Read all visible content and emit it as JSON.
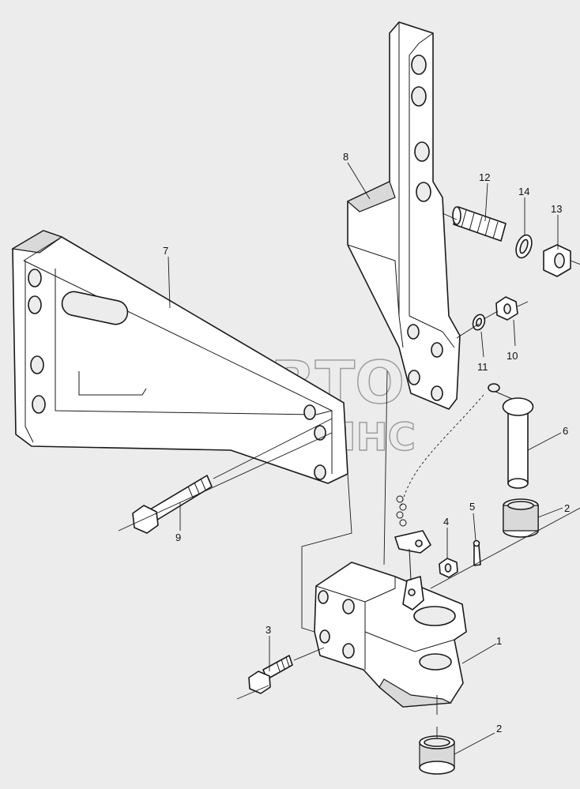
{
  "diagram": {
    "callouts": [
      {
        "id": "callout-1",
        "label": "1"
      },
      {
        "id": "callout-2a",
        "label": "2"
      },
      {
        "id": "callout-2b",
        "label": "2"
      },
      {
        "id": "callout-3",
        "label": "3"
      },
      {
        "id": "callout-4",
        "label": "4"
      },
      {
        "id": "callout-5",
        "label": "5"
      },
      {
        "id": "callout-6",
        "label": "6"
      },
      {
        "id": "callout-7",
        "label": "7"
      },
      {
        "id": "callout-8",
        "label": "8"
      },
      {
        "id": "callout-9",
        "label": "9"
      },
      {
        "id": "callout-10",
        "label": "10"
      },
      {
        "id": "callout-11",
        "label": "11"
      },
      {
        "id": "callout-12",
        "label": "12"
      },
      {
        "id": "callout-13",
        "label": "13"
      },
      {
        "id": "callout-14",
        "label": "14"
      }
    ],
    "watermark": {
      "line1": "АВТО",
      "line2": "АЛЬЯНС"
    }
  }
}
